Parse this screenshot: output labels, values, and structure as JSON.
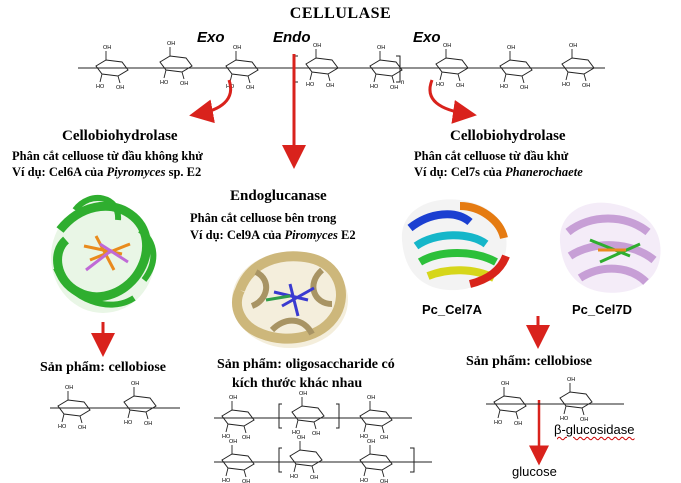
{
  "title": "CELLULASE",
  "cleavage_labels": {
    "exo_left": "Exo",
    "endo": "Endo",
    "exo_right": "Exo"
  },
  "left_enzyme": {
    "name": "Cellobiohydrolase",
    "desc": "Phân cắt celluose từ đầu không khử",
    "example_prefix": "Ví dụ: Cel6A của ",
    "example_species": "Piyromyces",
    "example_suffix": " sp. E2",
    "product": "Sản phẩm: cellobiose"
  },
  "center_enzyme": {
    "name": "Endoglucanase",
    "desc": "Phân cắt celluose bên trong",
    "example_prefix": "Ví dụ: Cel9A của ",
    "example_species": "Piromyces",
    "example_suffix": " E2",
    "product_line1": "Sản phẩm: oligosaccharide có",
    "product_line2": "kích thước khác nhau"
  },
  "right_enzyme": {
    "name": "Cellobiohydrolase",
    "desc": "Phân cắt celluose từ đầu khử",
    "example_prefix": "Ví dụ: Cel7s của ",
    "example_species": "Phanerochaete",
    "caption_a": "Pc_Cel7A",
    "caption_b": "Pc_Cel7D",
    "product": "Sản phẩm: cellobiose",
    "enzyme2": "β-glucosidase",
    "final_product": "glucose"
  },
  "colors": {
    "arrow": "#d9221c",
    "chain": "#222222",
    "ribbon_green": "#2fae2f",
    "ribbon_tan": "#d8c48c",
    "ribbon_lilac": "#c79fd6"
  }
}
